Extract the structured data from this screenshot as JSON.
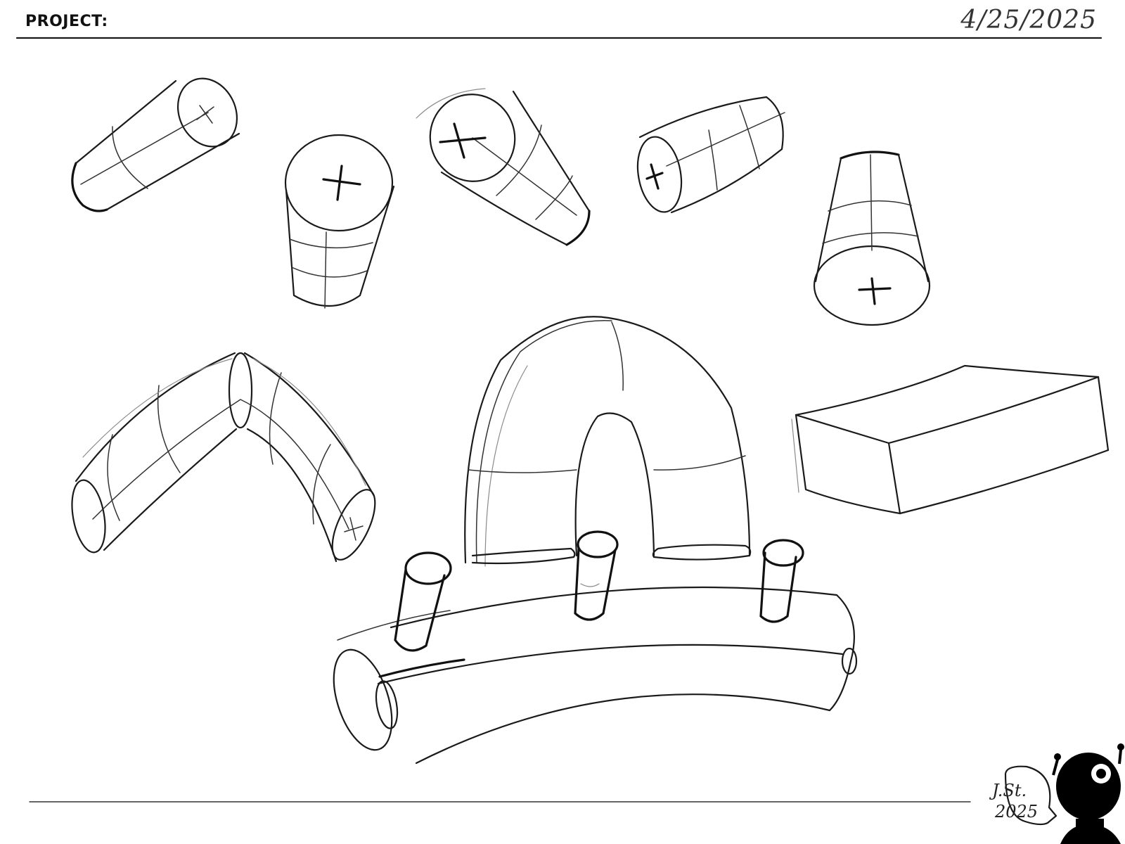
{
  "sheet": {
    "project_label": "PROJECT:",
    "date": "4/25/2025"
  },
  "signature": {
    "initials": "J.St.",
    "year": "2025"
  },
  "icons": {
    "mascot": "robot-mascot-icon"
  },
  "colors": {
    "ink": "#1a1a1a",
    "paper": "#ffffff",
    "mascot": "#000000"
  }
}
